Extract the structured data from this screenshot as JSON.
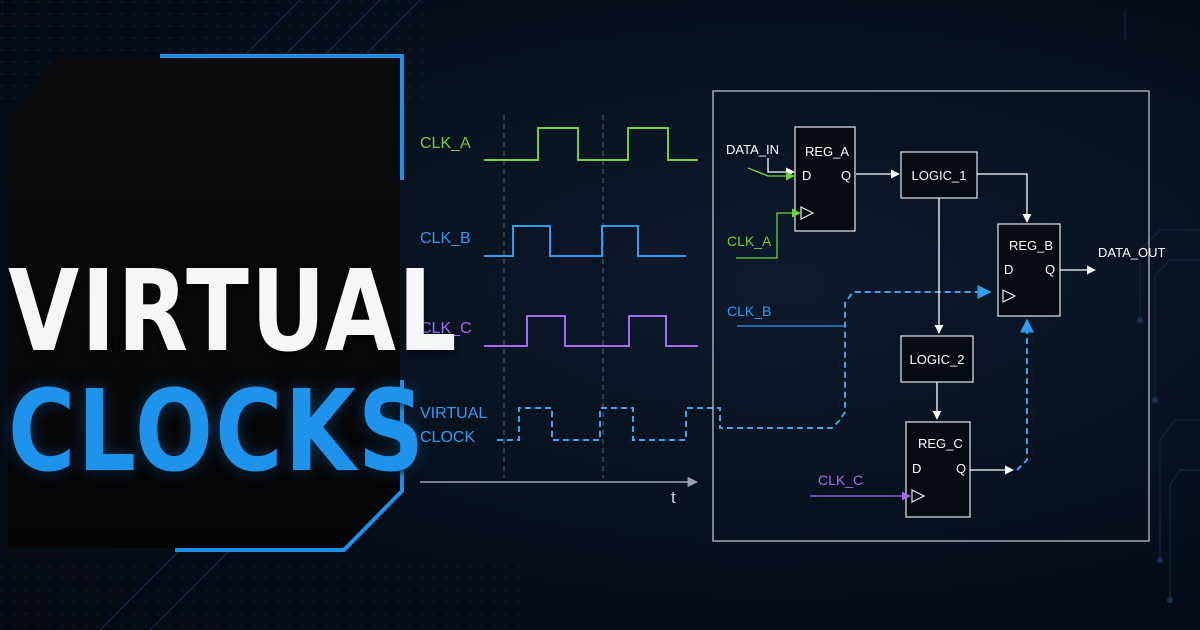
{
  "title": {
    "line1": "VIRTUAL",
    "line2": "CLOCKS"
  },
  "colors": {
    "clk_a": "#6fd23c",
    "clk_b": "#2f9cf0",
    "clk_c": "#a56bf2",
    "virtual": "#3aa5f2",
    "wire": "#ffffff",
    "accent": "#1f8fea"
  },
  "waveforms": {
    "time_label": "t",
    "signals": [
      {
        "id": "clk_a",
        "label": "CLK_A",
        "style": "solid"
      },
      {
        "id": "clk_b",
        "label": "CLK_B",
        "style": "solid"
      },
      {
        "id": "clk_c",
        "label": "CLK_C",
        "style": "solid"
      },
      {
        "id": "virtual",
        "label_line1": "VIRTUAL",
        "label_line2": "CLOCK",
        "style": "dashed"
      }
    ]
  },
  "circuit": {
    "reg_a": {
      "name": "REG_A",
      "d": "D",
      "q": "Q"
    },
    "reg_b": {
      "name": "REG_B",
      "d": "D",
      "q": "Q"
    },
    "reg_c": {
      "name": "REG_C",
      "d": "D",
      "q": "Q"
    },
    "logic_1": "LOGIC_1",
    "logic_2": "LOGIC_2",
    "data_in": "DATA_IN",
    "data_out": "DATA_OUT",
    "clk_a_in": "CLK_A",
    "clk_b_in": "CLK_B",
    "clk_c_in": "CLK_C"
  }
}
